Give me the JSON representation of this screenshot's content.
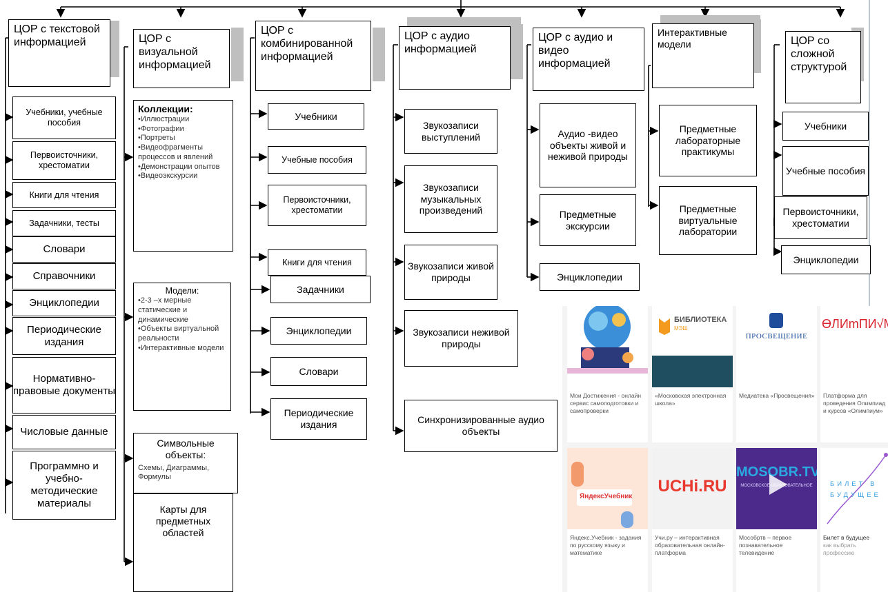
{
  "columns": [
    {
      "title": "ЦОР с текстовой информацией",
      "items": [
        "Учебники, учебные пособия",
        "Первоисточники, хрестоматии",
        "Книги для чтения",
        "Задачники, тесты",
        "Словари",
        "Справочники",
        "Энциклопедии",
        "Периодические издания",
        "Нормативно-правовые документы",
        "Числовые данные",
        "Программно и учебно-методические материалы"
      ]
    },
    {
      "title": "ЦОР с визуальной информацией",
      "collections_title": "Коллекции:",
      "collections": [
        "•Иллюстрации",
        "•Фотографии",
        "•Портреты",
        "•Видеофрагменты процессов и явлений",
        "•Демонстрации опытов",
        "•Видеоэкскурсии"
      ],
      "models_title": "Модели:",
      "models": [
        "•2-3 –х мерные статические и динамические",
        "•Объекты виртуальной реальности",
        "•Интерактивные модели"
      ],
      "symbolic_title": "Символьные объекты:",
      "symbolic_text": "Схемы, Диаграммы, Формулы",
      "maps": "Карты для предметных областей"
    },
    {
      "title": "ЦОР с комбинированной информацией",
      "items": [
        "Учебники",
        "Учебные пособия",
        "Первоисточники, хрестоматии",
        "Книги для чтения",
        "Задачники",
        "Энциклопедии",
        "Словари",
        "Периодические издания"
      ]
    },
    {
      "title": "ЦОР с аудио информацией",
      "items": [
        "Звукозаписи выступлений",
        "Звукозаписи музыкальных произведений",
        "Звукозаписи живой природы",
        "Звукозаписи неживой природы",
        "Синхронизированные аудио объекты"
      ]
    },
    {
      "title": "ЦОР с аудио и видео информацией",
      "items": [
        "Аудио -видео объекты живой и неживой природы",
        "Предметные экскурсии",
        "Энциклопедии"
      ]
    },
    {
      "title": "Интерактивные модели",
      "items": [
        "Предметные лабораторные практикумы",
        "Предметные виртуальные лаборатории"
      ]
    },
    {
      "title": "ЦОР со сложной структурой",
      "items": [
        "Учебники",
        "Учебные пособия",
        "Первоисточники, хрестоматии",
        "Энциклопедии"
      ]
    }
  ],
  "cards": [
    {
      "logo": "",
      "caption": "Мои Достижения - онлайн сервис самоподготовки и самопроверки"
    },
    {
      "logo": "БИБЛИОТЕКА",
      "logo_sub": "МЭШ",
      "caption": "«Московская электронная школа»"
    },
    {
      "logo": "ПРОСВЕЩЕНИЕ",
      "caption": "Медиатека «Просвещения»"
    },
    {
      "logo": "ӨЛИmПИ√M",
      "caption": "Платформа для проведения Олимпиад и курсов «Олимпиум»"
    },
    {
      "logo": "ЯндексУчебник",
      "caption": "Яндекс.Учебник - задания по русскому языку и математике"
    },
    {
      "logo": "UCHi.RU",
      "caption": "Учи.ру – интерактивная образовательная онлайн-платформа"
    },
    {
      "logo": "MOSOBR.TV",
      "logo_sub": "МОСКОВСКОЕ ОБРАЗОВАТЕЛЬНОЕ",
      "caption": "Мособртв – первое познавательное телевидение"
    },
    {
      "logo": "БИЛЕТ В БУДУЩЕЕ",
      "caption": "Билет в будущее",
      "caption2": "как выбрать профессию"
    }
  ],
  "colors": {
    "line": "#000000",
    "shadow": "#bfbfbf",
    "teal": "#1e4e5f",
    "uchi_red": "#e8392f",
    "mosobr_purple": "#4b2a8c",
    "olimp_red": "#d9262e"
  }
}
